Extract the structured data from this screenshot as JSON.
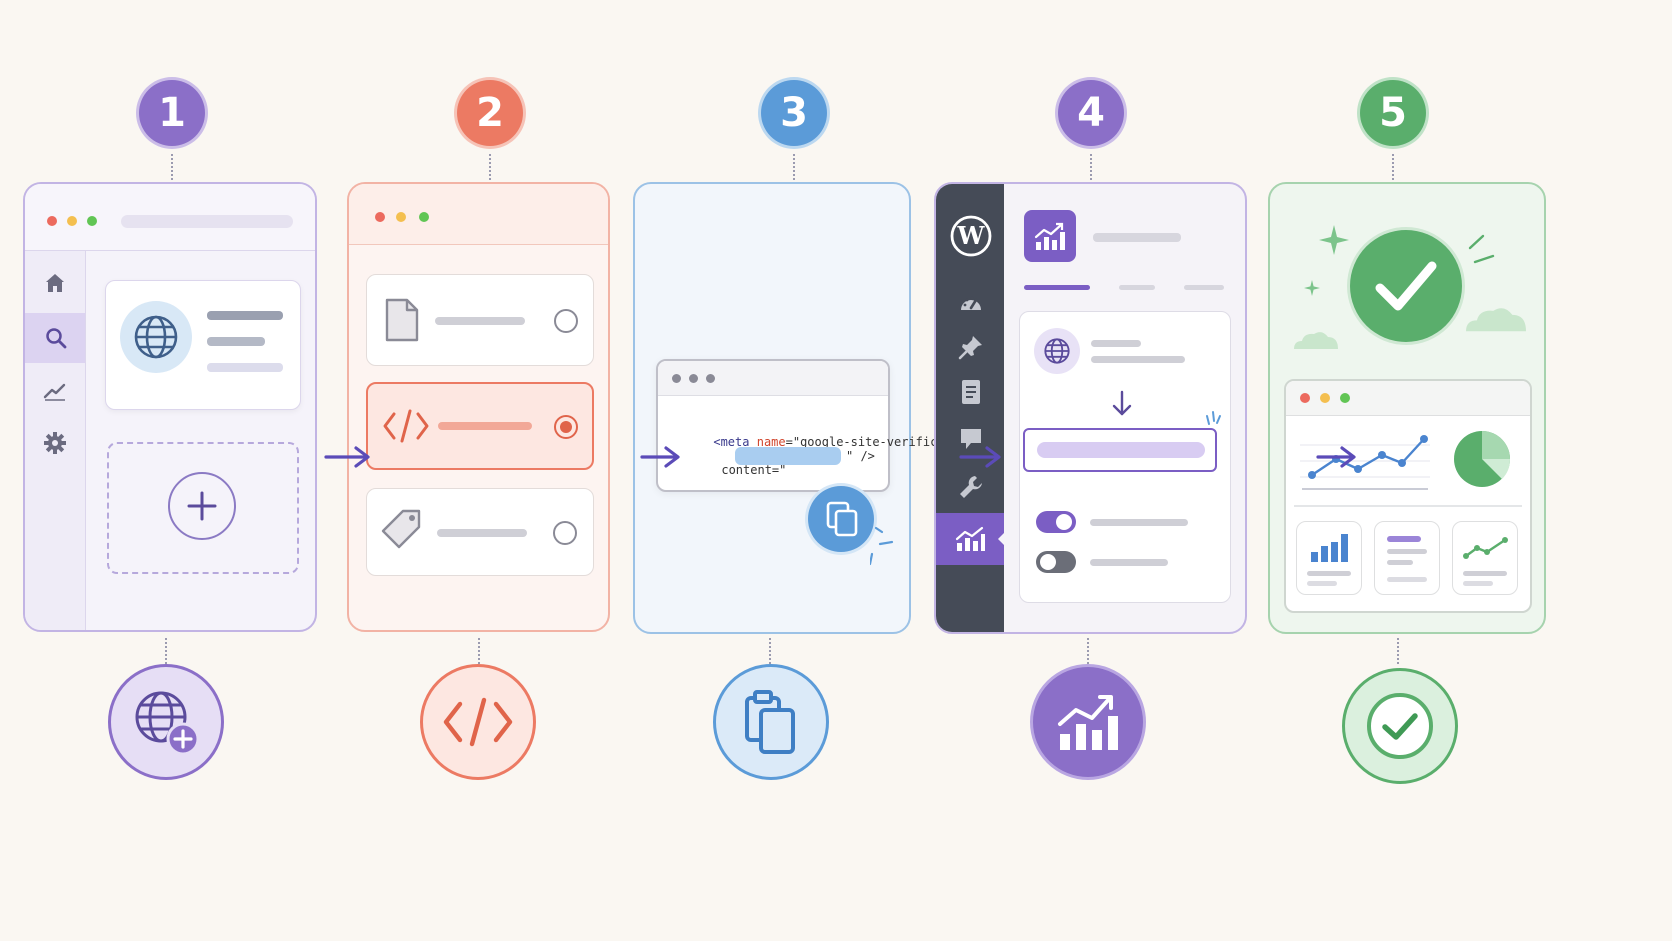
{
  "steps": [
    {
      "number": "1",
      "color": "#8b6fc8"
    },
    {
      "number": "2",
      "color": "#ec7a63"
    },
    {
      "number": "3",
      "color": "#5b9bd8"
    },
    {
      "number": "4",
      "color": "#8b6fc8"
    },
    {
      "number": "5",
      "color": "#5aae6c"
    }
  ],
  "code": {
    "open": "<meta ",
    "attr_name": "name",
    "eq_value": "=\"google-site-verification\"",
    "content_label": "content=\"",
    "close": "\" />"
  },
  "icons": {
    "step1": [
      "globe-icon",
      "home-icon",
      "search-icon",
      "trend-icon",
      "gear-icon",
      "plus-icon"
    ],
    "step2": [
      "file-icon",
      "code-icon",
      "tag-icon"
    ],
    "step3": [
      "copy-icon"
    ],
    "step4": [
      "wordpress-icon",
      "dashboard-icon",
      "pin-icon",
      "page-icon",
      "comment-icon",
      "wrench-icon",
      "analytics-icon"
    ],
    "step5": [
      "check-icon",
      "sparkle-icon",
      "pie-icon"
    ]
  }
}
